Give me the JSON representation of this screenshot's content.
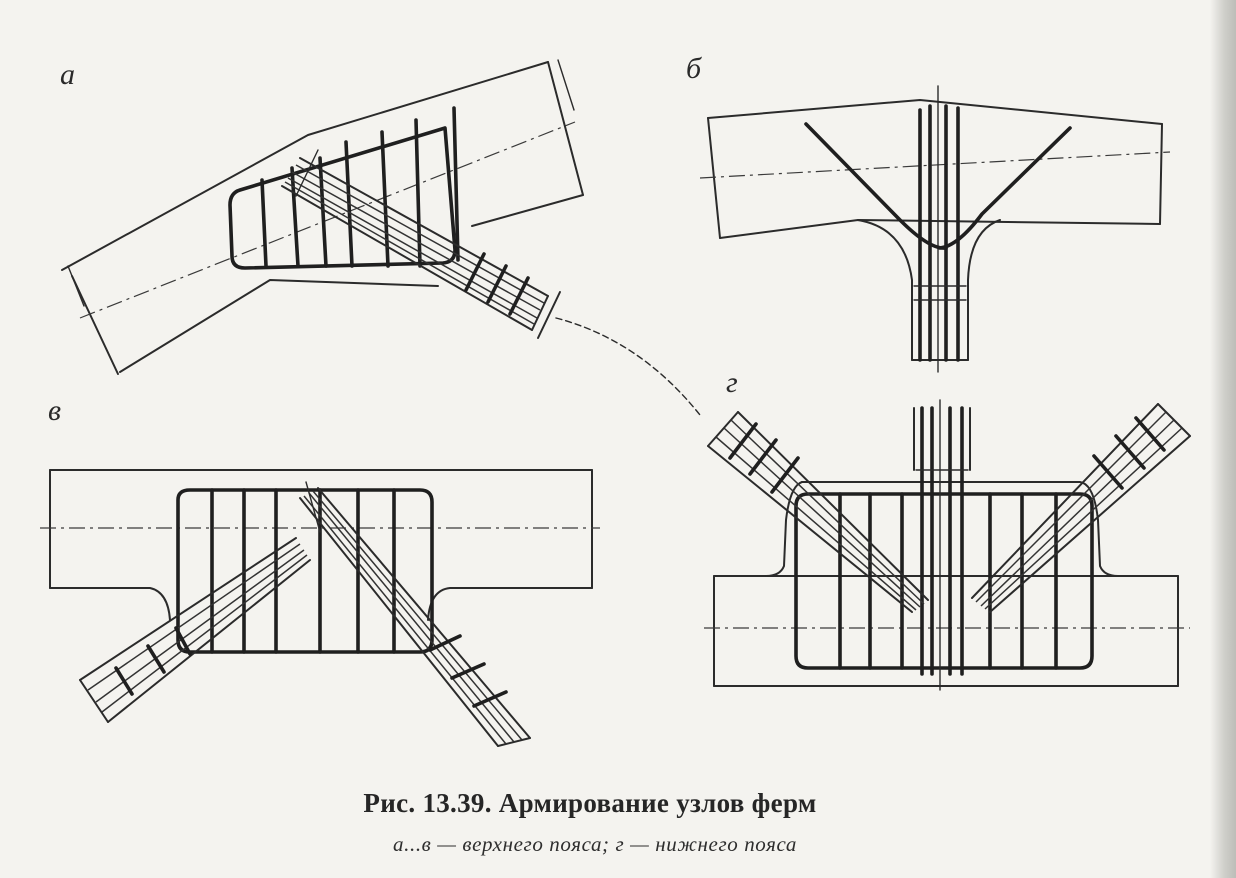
{
  "figure": {
    "caption": "Рис. 13.39. Армирование узлов ферм",
    "subcaption": "а...в — верхнего пояса; г — нижнего пояса"
  },
  "panels": [
    {
      "id": "a",
      "label": "а"
    },
    {
      "id": "b",
      "label": "б"
    },
    {
      "id": "v",
      "label": "в"
    },
    {
      "id": "g",
      "label": "г"
    }
  ]
}
